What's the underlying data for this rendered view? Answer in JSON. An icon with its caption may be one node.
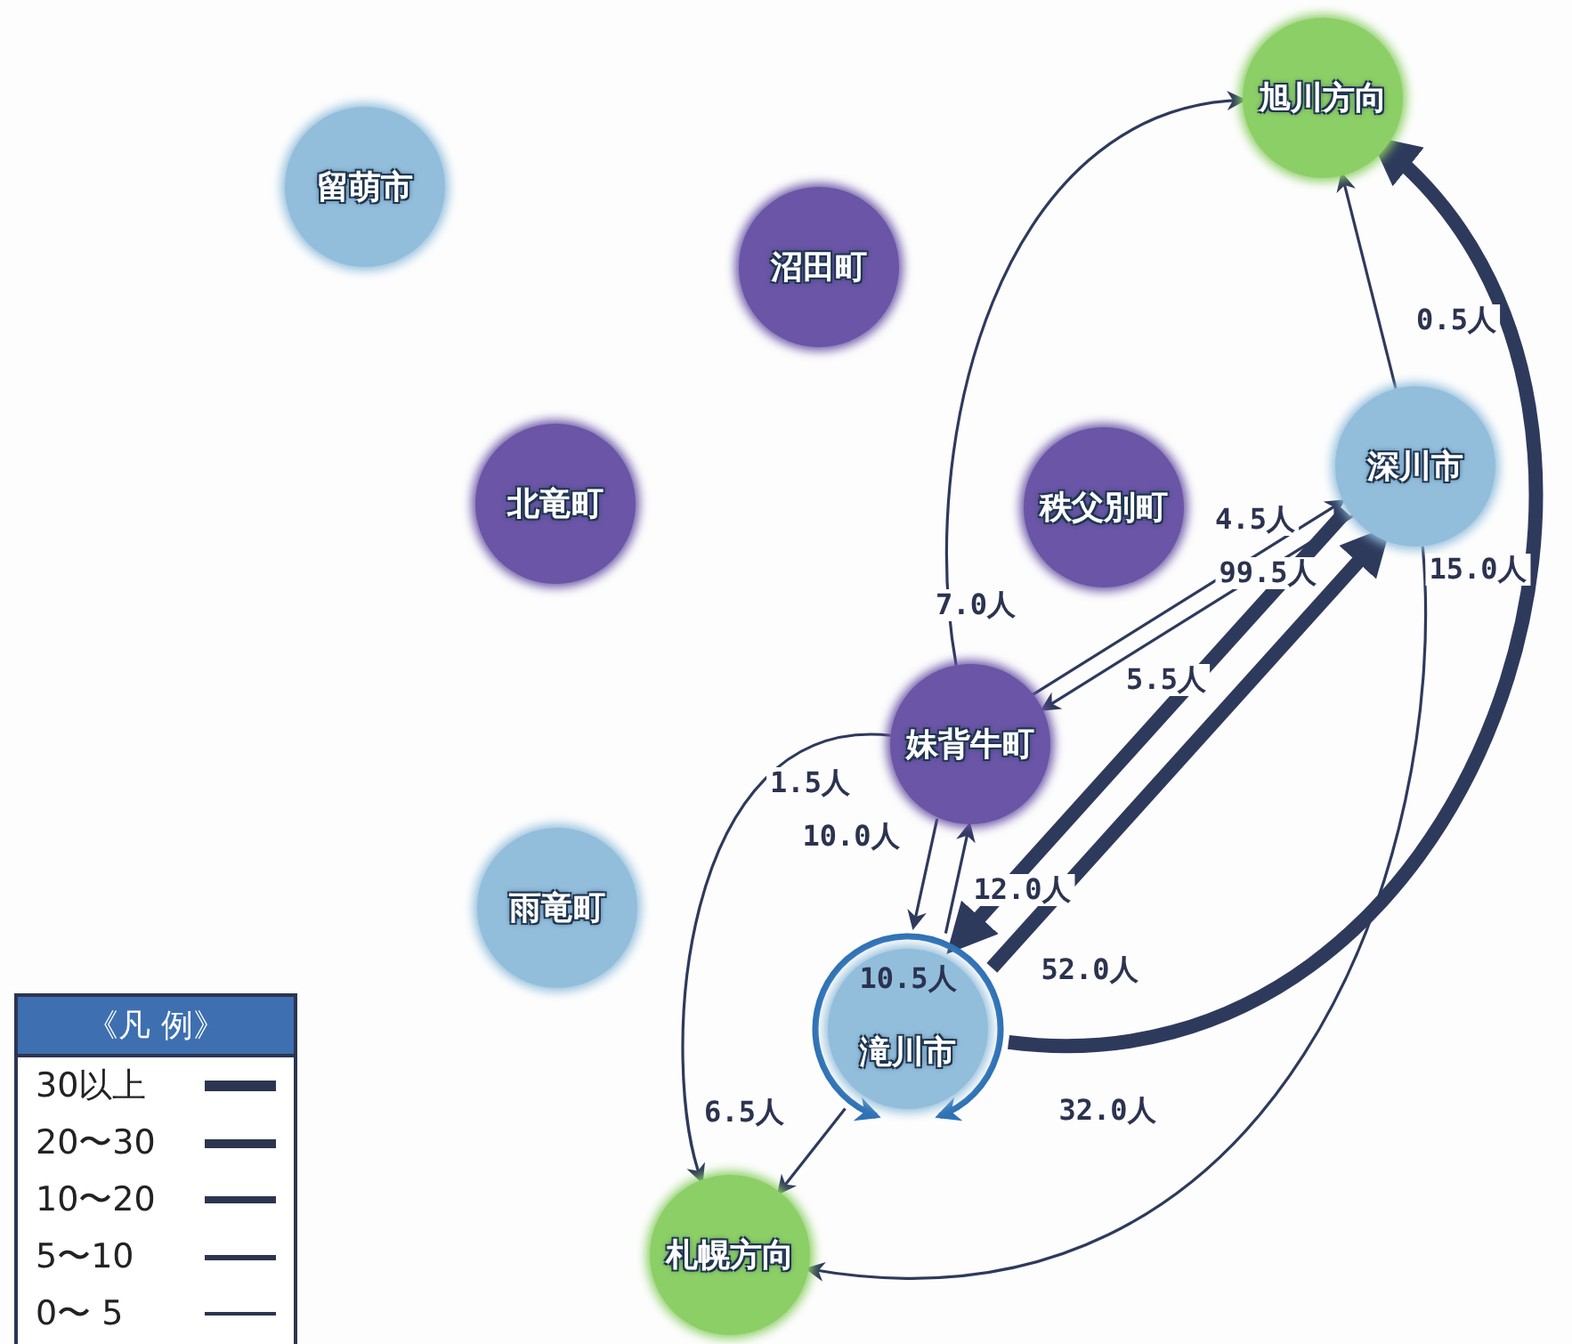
{
  "diagram": {
    "nodes": [
      {
        "text": [
          "留萌市"
        ]
      },
      {
        "text": [
          "沼田町"
        ]
      },
      {
        "text": [
          "旭川方向"
        ]
      },
      {
        "text": [
          "北竜町"
        ]
      },
      {
        "text": [
          "秩父別町"
        ]
      },
      {
        "text": [
          "深川市"
        ]
      },
      {
        "text": [
          "妹背牛町"
        ]
      },
      {
        "text": [
          "雨竜町"
        ]
      },
      {
        "text": [
          "滝川市"
        ]
      },
      {
        "text": [
          "札幌方向"
        ]
      }
    ],
    "edges": [
      {
        "from": 6,
        "to": 2,
        "arrow": "to",
        "label": "7.0人"
      },
      {
        "from": 5,
        "to": 2,
        "arrow": "to",
        "label": "0.5人"
      },
      {
        "from": 6,
        "to": 5,
        "arrow": "to",
        "label": "4.5人"
      },
      {
        "from": 5,
        "to": 6,
        "arrow": "to",
        "label": "5.5人"
      },
      {
        "from": 5,
        "to": 8,
        "arrow": "to",
        "label": "99.5人",
        "style": "thick"
      },
      {
        "from": 8,
        "to": 5,
        "arrow": "to",
        "label": "52.0人",
        "style": "thick"
      },
      {
        "from": 5,
        "to": 9,
        "arrow": "to",
        "label": "15.0人"
      },
      {
        "from": 8,
        "to": 2,
        "arrow": "to",
        "label": "32.0人",
        "style": "thick"
      },
      {
        "from": 6,
        "to": 9,
        "arrow": "to",
        "label": "1.5人"
      },
      {
        "from": 6,
        "to": 8,
        "arrow": "to",
        "label": "10.0人"
      },
      {
        "from": 8,
        "to": 6,
        "arrow": "to",
        "label": "12.0人"
      },
      {
        "from": 8,
        "to": 9,
        "arrow": "to",
        "label": "6.5人"
      },
      {
        "from": 8,
        "to": 8,
        "arrow": "both",
        "label": "10.5人",
        "style": "thick",
        "color": "#2f72b5"
      }
    ],
    "labels": [
      "《凡 例》"
    ],
    "legend": [
      {
        "text": "30以上"
      },
      {
        "text": "20〜30"
      },
      {
        "text": "10〜20"
      },
      {
        "text": "5〜10"
      },
      {
        "text": "0〜 5"
      }
    ]
  }
}
